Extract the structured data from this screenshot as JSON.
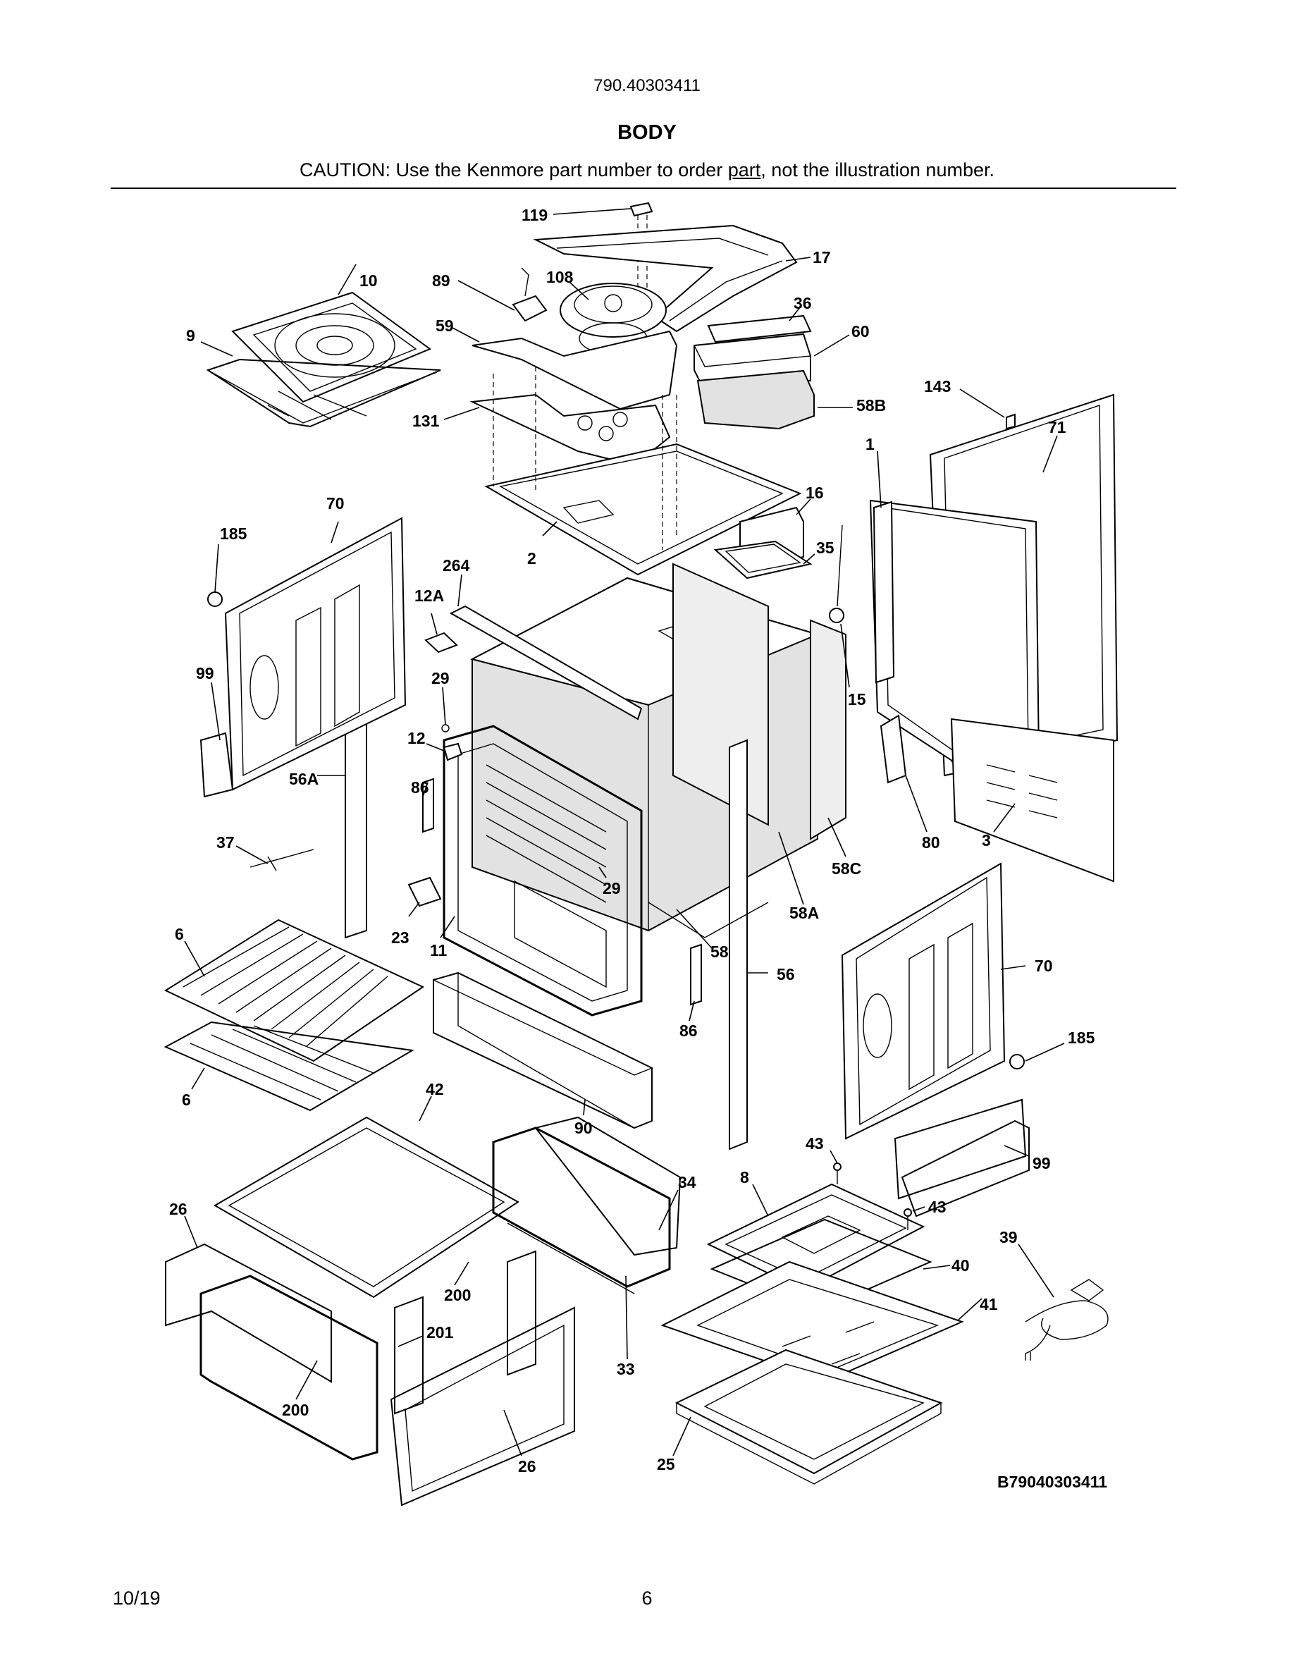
{
  "header": {
    "model": "790.40303411",
    "title": "BODY",
    "caution_pre": "CAUTION: Use the Kenmore part number to order ",
    "caution_link": "part",
    "caution_post": ", not the illustration number."
  },
  "diagram": {
    "code": "B79040303411",
    "callouts": [
      "119",
      "17",
      "10",
      "89",
      "108",
      "36",
      "9",
      "59",
      "60",
      "58B",
      "143",
      "71",
      "131",
      "1",
      "16",
      "70",
      "185",
      "35",
      "264",
      "2",
      "12A",
      "99",
      "29",
      "15",
      "12",
      "56A",
      "86",
      "80",
      "3",
      "37",
      "58C",
      "29",
      "58A",
      "23",
      "11",
      "58",
      "70",
      "6",
      "56",
      "86",
      "185",
      "6",
      "42",
      "90",
      "43",
      "99",
      "34",
      "8",
      "43",
      "26",
      "39",
      "40",
      "200",
      "41",
      "201",
      "33",
      "200",
      "26",
      "25"
    ]
  },
  "footer": {
    "date": "10/19",
    "page": "6"
  }
}
